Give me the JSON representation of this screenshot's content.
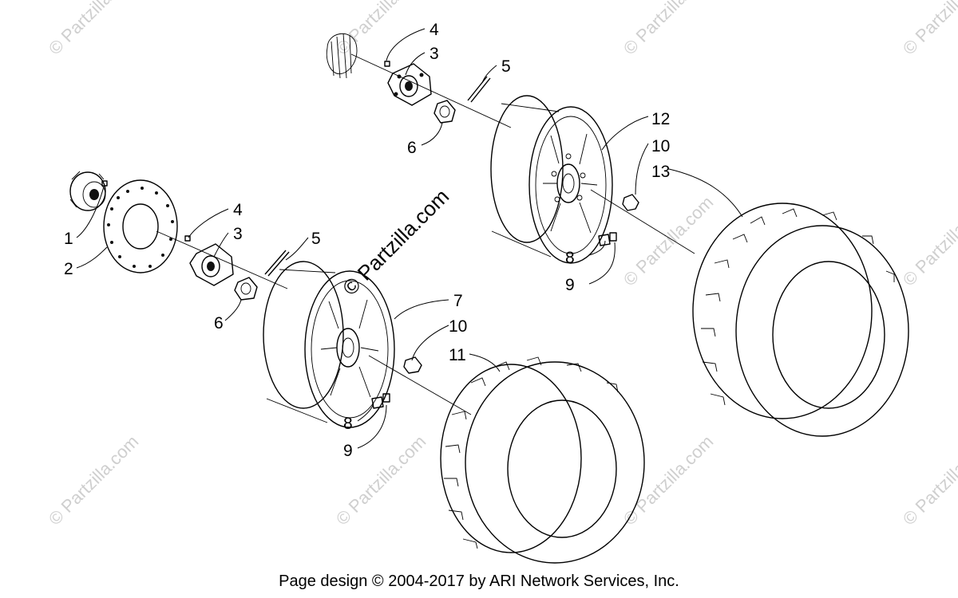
{
  "diagram": {
    "callouts": {
      "c1": "1",
      "c2": "2",
      "c3a": "3",
      "c3b": "3",
      "c4a": "4",
      "c4b": "4",
      "c5a": "5",
      "c5b": "5",
      "c6a": "6",
      "c6b": "6",
      "c7": "7",
      "c8a": "8",
      "c8b": "8",
      "c9a": "9",
      "c9b": "9",
      "c10a": "10",
      "c10b": "10",
      "c11": "11",
      "c12": "12",
      "c13": "13"
    },
    "watermark_center": "© Partzilla.com",
    "watermark_tile": "© Partzilla.com"
  },
  "footer": {
    "text": "Page design © 2004-2017 by ARI Network Services, Inc."
  }
}
